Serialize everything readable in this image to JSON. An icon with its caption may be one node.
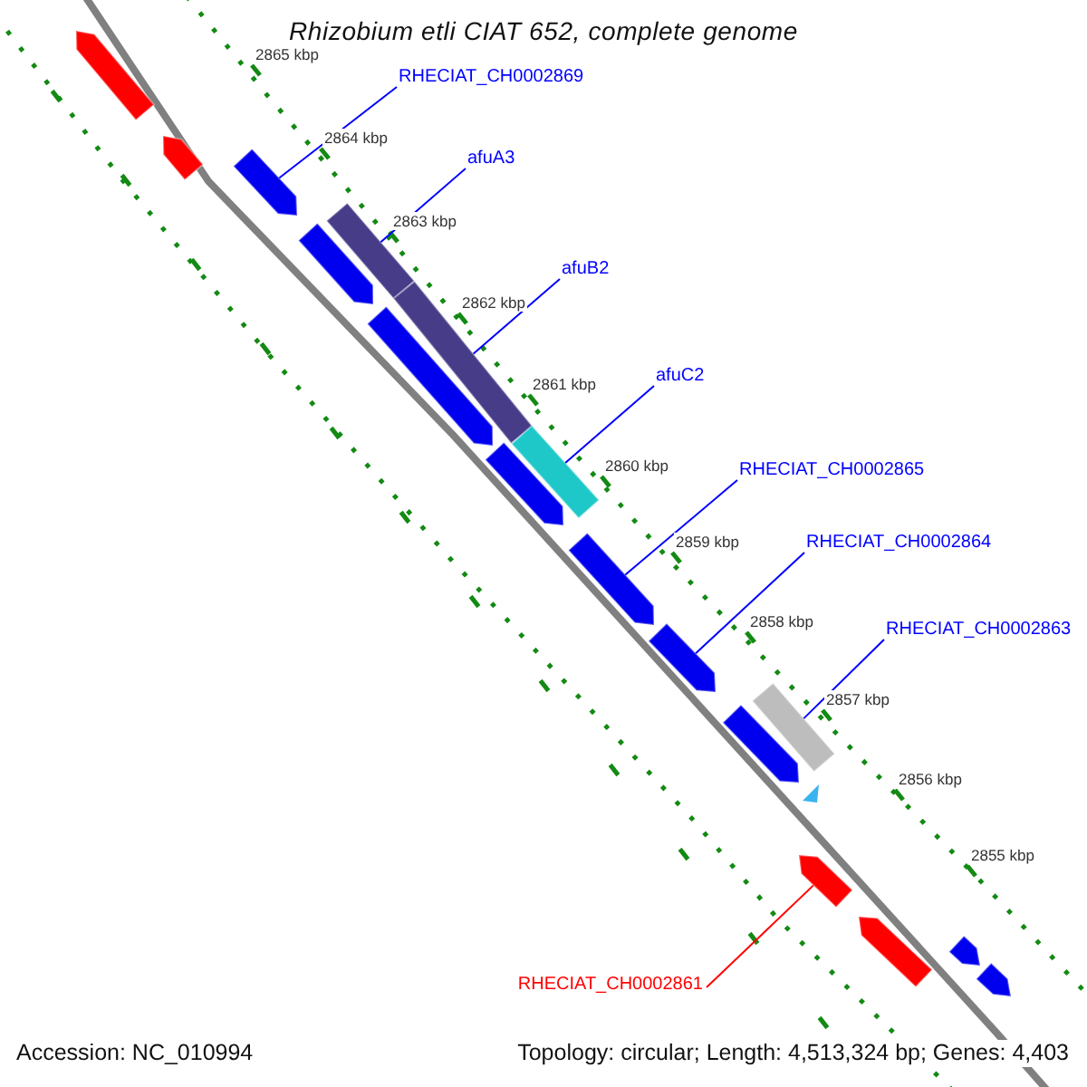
{
  "diagram": {
    "title": "Rhizobium etli CIAT 652, complete genome",
    "nodes": [
      {
        "text": [
          "RHECIAT_CH0002869"
        ]
      },
      {
        "text": [
          "afuA3"
        ]
      },
      {
        "text": [
          "afuB2"
        ]
      },
      {
        "text": [
          "afuC2"
        ]
      },
      {
        "text": [
          "RHECIAT_CH0002865"
        ]
      },
      {
        "text": [
          "RHECIAT_CH0002864"
        ]
      },
      {
        "text": [
          "RHECIAT_CH0002863"
        ]
      },
      {
        "text": [
          "RHECIAT_CH0002861"
        ]
      },
      {
        "text": [],
        "shape": "bar"
      },
      {
        "text": [],
        "shape": "bar"
      },
      {
        "text": [],
        "shape": "bar"
      },
      {
        "text": [],
        "shape": "bar"
      },
      {
        "text": [],
        "shape": "bar"
      },
      {
        "text": [],
        "shape": "bar"
      },
      {
        "text": [],
        "shape": "bar"
      },
      {
        "text": [],
        "shape": "bar"
      },
      {
        "text": [],
        "shape": "bar"
      },
      {
        "text": [],
        "shape": "bar"
      },
      {
        "text": [],
        "shape": "bar"
      },
      {
        "text": [],
        "shape": "bar"
      },
      {
        "text": [],
        "shape": "bar"
      },
      {
        "text": [],
        "shape": "triangle"
      },
      {
        "text": [],
        "shape": "bar"
      },
      {
        "text": [],
        "shape": "bar"
      },
      {
        "text": [],
        "shape": "bar"
      },
      {
        "text": [],
        "shape": "bar"
      }
    ],
    "edges": [
      {
        "from": 0,
        "to": 10,
        "arrow": "none"
      },
      {
        "from": 1,
        "to": 11,
        "arrow": "none"
      },
      {
        "from": 2,
        "to": 13,
        "arrow": "none"
      },
      {
        "from": 3,
        "to": 15,
        "arrow": "none"
      },
      {
        "from": 4,
        "to": 17,
        "arrow": "none"
      },
      {
        "from": 5,
        "to": 18,
        "arrow": "none"
      },
      {
        "from": 6,
        "to": 19,
        "arrow": "none"
      },
      {
        "from": 7,
        "to": 22,
        "arrow": "none",
        "color": "#ff0000"
      }
    ],
    "labels": [
      "2865 kbp",
      "2864 kbp",
      "2863 kbp",
      "2862 kbp",
      "2861 kbp",
      "2860 kbp",
      "2859 kbp",
      "2858 kbp",
      "2857 kbp",
      "2856 kbp",
      "2855 kbp",
      "Accession: NC_010994",
      "Topology: circular; Length: 4,513,324 bp; Genes: 4,403"
    ]
  }
}
